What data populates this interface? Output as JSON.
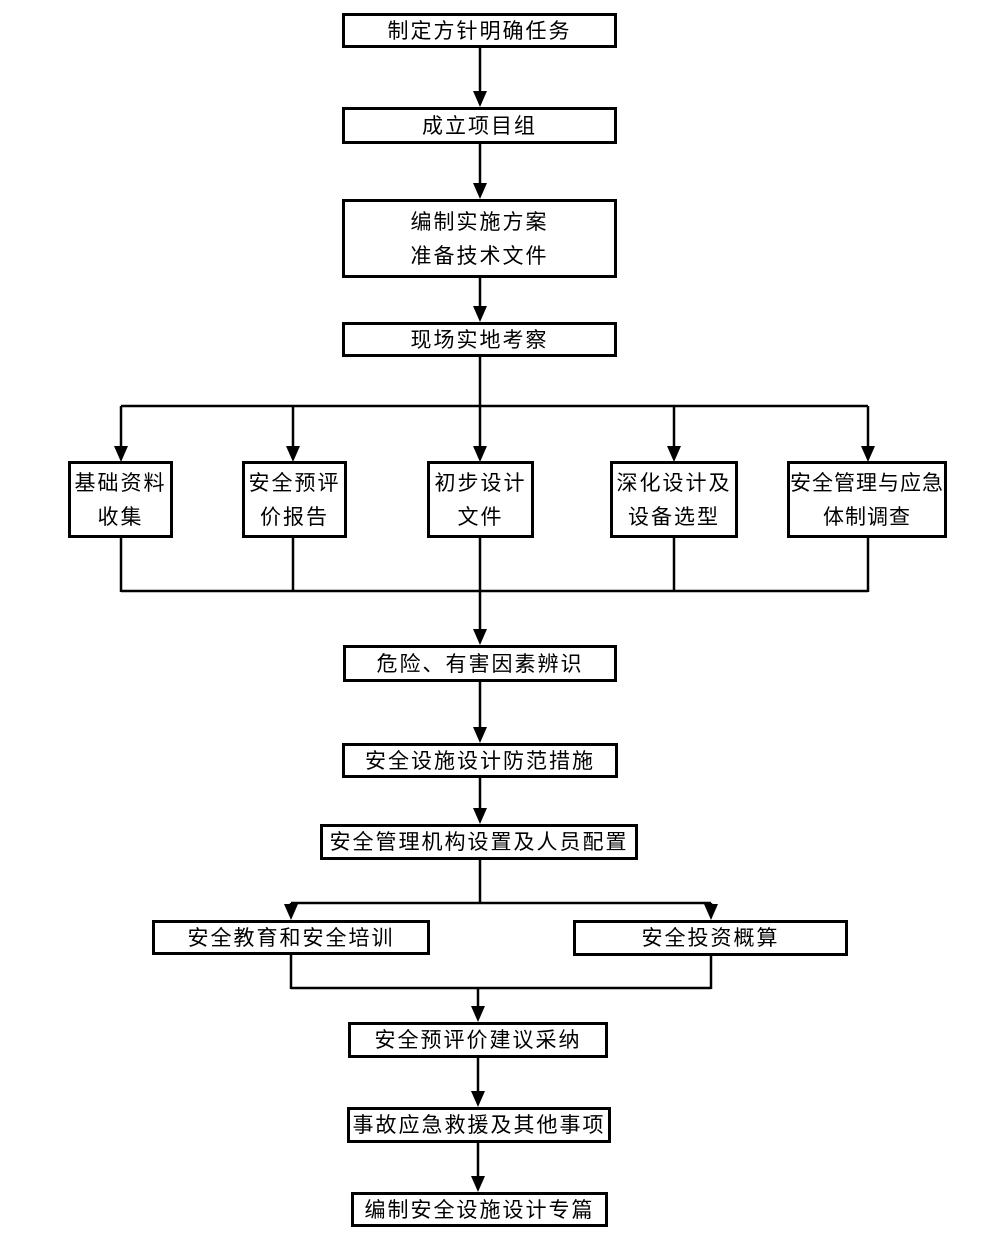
{
  "diagram": {
    "type": "flowchart",
    "colors": {
      "line": "#000000",
      "text": "#000000",
      "background": "#ffffff",
      "node_fill": "#ffffff"
    }
  },
  "nodes": {
    "policy": {
      "label": "制定方针明确任务"
    },
    "team": {
      "label": "成立项目组"
    },
    "plan": {
      "lines": [
        "编制实施方案",
        "准备技术文件"
      ]
    },
    "site": {
      "label": "现场实地考察"
    },
    "basic_data": {
      "lines": [
        "基础资料",
        "收集"
      ]
    },
    "pre_eval": {
      "lines": [
        "安全预评",
        "价报告"
      ]
    },
    "prelim_design": {
      "lines": [
        "初步设计",
        "文件"
      ]
    },
    "deep_design": {
      "lines": [
        "深化设计及",
        "设备选型"
      ]
    },
    "mgmt_survey": {
      "lines": [
        "安全管理与应急",
        "体制调查"
      ]
    },
    "hazard": {
      "label": "危险、有害因素辨识"
    },
    "measures": {
      "label": "安全设施设计防范措施"
    },
    "org": {
      "label": "安全管理机构设置及人员配置"
    },
    "training": {
      "label": "安全教育和安全培训"
    },
    "budget": {
      "label": "安全投资概算"
    },
    "adoption": {
      "label": "安全预评价建议采纳"
    },
    "rescue": {
      "label": "事故应急救援及其他事项"
    },
    "special": {
      "label": "编制安全设施设计专篇"
    }
  }
}
